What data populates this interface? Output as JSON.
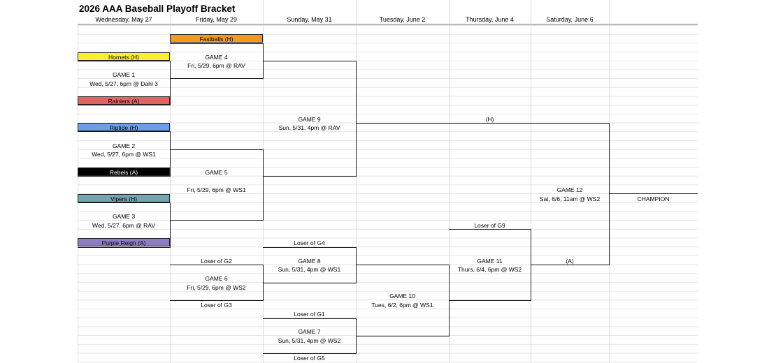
{
  "title": "2026 AAA Baseball Playoff Bracket",
  "days": [
    "Wednesday, May 27",
    "Friday, May 29",
    "Sunday, May 31",
    "Tuesday, June 2",
    "Thursday, June 4",
    "Saturday, June 6"
  ],
  "teams": {
    "fastballs": {
      "label": "Fastballs (H)",
      "color": "#f39a1e"
    },
    "hornets": {
      "label": "Hornets (H)",
      "color": "#f8f032"
    },
    "rainiers": {
      "label": "Rainiers (A)",
      "color": "#e06666"
    },
    "riptide": {
      "label": "Riptide (H)",
      "color": "#6d9eeb"
    },
    "rebels": {
      "label": "Rebels (A)",
      "color": "#000000"
    },
    "vipers": {
      "label": "Vipers (H)",
      "color": "#76a5af"
    },
    "purple": {
      "label": "Purple Reign (A)",
      "color": "#8e7cc3"
    }
  },
  "games": {
    "g1": {
      "name": "GAME 1",
      "info": "Wed, 5/27, 6pm @ Dahl 3"
    },
    "g2": {
      "name": "GAME 2",
      "info": "Wed, 5/27, 6pm @ WS1"
    },
    "g3": {
      "name": "GAME 3",
      "info": "Wed, 5/27, 6pm @ RAV"
    },
    "g4": {
      "name": "GAME 4",
      "info": "Fri, 5/29, 6pm @ RAV"
    },
    "g5": {
      "name": "GAME 5",
      "info": "Fri, 5/29, 6pm @ WS1"
    },
    "g6": {
      "name": "GAME 6",
      "info": "Fri, 5/29, 6pm @ WS2"
    },
    "g7": {
      "name": "GAME 7",
      "info": "Sun, 5/31, 4pm @ WS2"
    },
    "g8": {
      "name": "GAME 8",
      "info": "Sun, 5/31, 4pm @ WS1"
    },
    "g9": {
      "name": "GAME 9",
      "info": "Sun, 5/31, 4pm @ RAV"
    },
    "g10": {
      "name": "GAME 10",
      "info": "Tues, 6/2, 6pm @ WS1"
    },
    "g11": {
      "name": "GAME 11",
      "info": "Thurs, 6/4, 6pm @ WS2"
    },
    "g12": {
      "name": "GAME 12",
      "info": "Sat, 6/6, 11am @ WS2"
    }
  },
  "slots": {
    "loser_g1": "Loser of G1",
    "loser_g2": "Loser of G2",
    "loser_g3": "Loser of G3",
    "loser_g4": "Loser of G4",
    "loser_g5": "Loser of G5",
    "loser_g9": "Loser of G9",
    "home": "(H)",
    "away": "(A)"
  },
  "champion": "CHAMPION"
}
